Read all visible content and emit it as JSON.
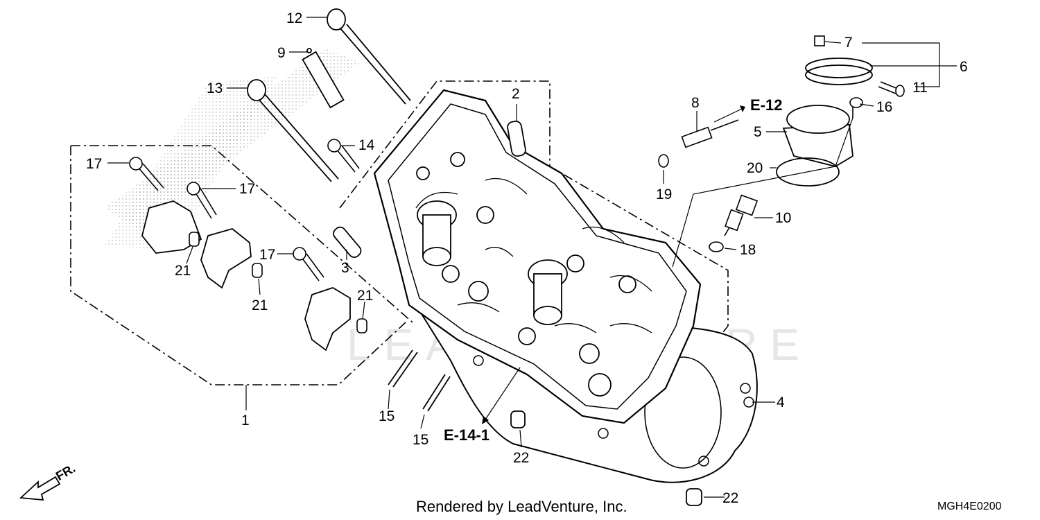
{
  "diagram": {
    "part_labels": {
      "p1": "1",
      "p2": "2",
      "p3": "3",
      "p4": "4",
      "p5": "5",
      "p6": "6",
      "p7": "7",
      "p8": "8",
      "p9": "9",
      "p10": "10",
      "p11": "11",
      "p12": "12",
      "p13": "13",
      "p14": "14",
      "p15a": "15",
      "p15b": "15",
      "p16": "16",
      "p17a": "17",
      "p17b": "17",
      "p17c": "17",
      "p18": "18",
      "p19": "19",
      "p20": "20",
      "p21a": "21",
      "p21b": "21",
      "p21c": "21",
      "p22a": "22",
      "p22b": "22"
    },
    "references": {
      "e12": "E-12",
      "e14": "E-14-1"
    },
    "direction_label": "FR.",
    "watermark": "LEADVENTURE"
  },
  "footer": {
    "rendered_by": "Rendered by LeadVenture, Inc.",
    "diagram_code": "MGH4E0200"
  }
}
